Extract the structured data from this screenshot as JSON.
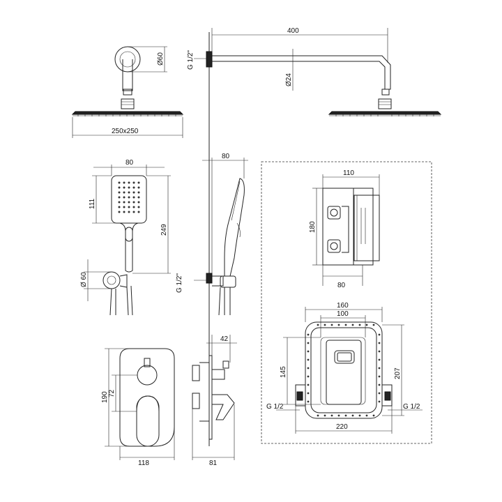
{
  "dimensions": {
    "arm_length": "400",
    "arm_thread": "G 1/2\"",
    "arm_diameter": "Ø24",
    "flange_diameter": "Ø60",
    "head_size": "250x250",
    "hand_head_width": "80",
    "hand_head_height": "111",
    "hand_total_length": "249",
    "holder_diameter": "Ø 60",
    "holder_thread": "G 1/2\"",
    "holder_depth": "80",
    "box_width": "110",
    "box_height": "180",
    "box_depth": "80",
    "frame_outer_width": "160",
    "frame_inner_width": "100",
    "frame_inner_height": "145",
    "frame_outer_height": "207",
    "frame_total_width": "220",
    "frame_thread_left": "G 1/2",
    "frame_thread_right": "G 1/2",
    "plate_height": "190",
    "plate_knob_offset": "72",
    "plate_width": "118",
    "mixer_depth": "42",
    "mixer_total_depth": "81"
  }
}
